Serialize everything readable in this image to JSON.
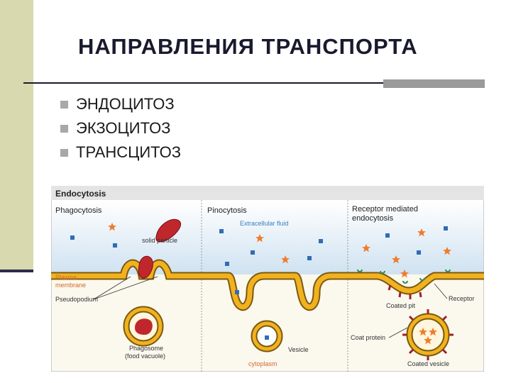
{
  "slide": {
    "title": "НАПРАВЛЕНИЯ ТРАНСПОРТА",
    "bullets": [
      "ЭНДОЦИТОЗ",
      "ЭКЗОЦИТОЗ",
      "ТРАНСЦИТОЗ"
    ]
  },
  "figure": {
    "title": "Endocytosis",
    "panels": [
      "Phagocytosis",
      "Pinocytosis",
      "Receptor mediated endocytosis"
    ],
    "labels": {
      "solid_particle": "solid particle",
      "extracellular_fluid": "Extracellular fluid",
      "plasma_membrane_1": "Plasma",
      "plasma_membrane_2": "membrane",
      "pseudopodium": "Pseudopodium",
      "phagosome_1": "Phagosome",
      "phagosome_2": "(food vacuole)",
      "vesicle": "Vesicle",
      "cytoplasm": "cytoplasm",
      "coated_pit": "Coated pit",
      "receptor": "Receptor",
      "coat_protein": "Coat protein",
      "coated_vesicle": "Coated vesicle"
    }
  },
  "colors": {
    "membrane": "#f2b21f",
    "membrane_outline": "#7a5a10",
    "particle": "#c0272d",
    "star": "#f07b2a",
    "square": "#2f6db5",
    "sidebar": "#d9d9b0",
    "sidebar_accent": "#2b2b4f"
  }
}
